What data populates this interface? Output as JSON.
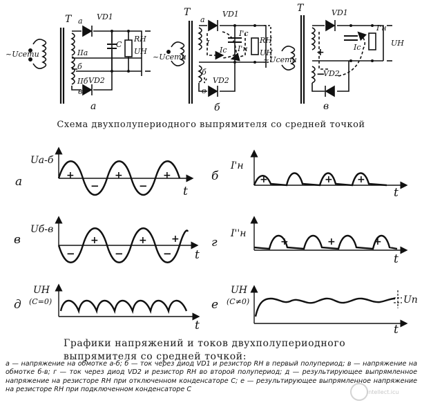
{
  "circuit_labels": {
    "transformer": "T",
    "diode1": "VD1",
    "diode2": "VD2",
    "capacitor": "C",
    "resistor": "RН",
    "load_voltage": "UН",
    "mains": "~Uсети",
    "node_a": "а",
    "node_b": "б",
    "node_v": "в",
    "winding_a": "IIа",
    "winding_b": "IIб",
    "current_I": "I",
    "current_Ic": "Ic",
    "current_Ic_prime": "I'c",
    "current_In": "I'н",
    "current_Ic2": "Ic",
    "sub_a": "а",
    "sub_b": "б",
    "sub_v": "в"
  },
  "caption_schema": "Схема двухполупериодного выпрямителя со средней точкой",
  "graphs": {
    "a": {
      "letter": "а",
      "ylabel": "Uа-б",
      "t": "t",
      "plus": "+",
      "minus": "−"
    },
    "b": {
      "letter": "б",
      "ylabel": "I'н",
      "t": "t",
      "plus": "+"
    },
    "v": {
      "letter": "в",
      "ylabel": "Uб-в",
      "t": "t",
      "plus": "+",
      "minus": "−"
    },
    "g": {
      "letter": "г",
      "ylabel": "I''н",
      "t": "t",
      "plus": "+"
    },
    "d": {
      "letter": "д",
      "ylabel": "UН",
      "ylabel2": "(C=0)",
      "t": "t"
    },
    "e": {
      "letter": "е",
      "ylabel": "UН",
      "ylabel2": "(C≠0)",
      "t": "t",
      "ripple": "Uп"
    }
  },
  "caption_graphs": "Графики напряжений и токов двухполупериодного выпрямителя со средней точкой:",
  "legend": "а — напряжение на обмотке а-б; б — ток через диод VD1 и резистор RН в первый полупериод; в — напряжение на обмотке б-в; г — ток через диод VD2 и резистор RН во второй полупериод; д — результирующее выпрямленное напряжение на резисторе RН при отключенном конденсаторе С; е — результирующее выпрямленное напряжение на резисторе RН при подключенном конденсаторе С",
  "watermark": "intellect.icu"
}
